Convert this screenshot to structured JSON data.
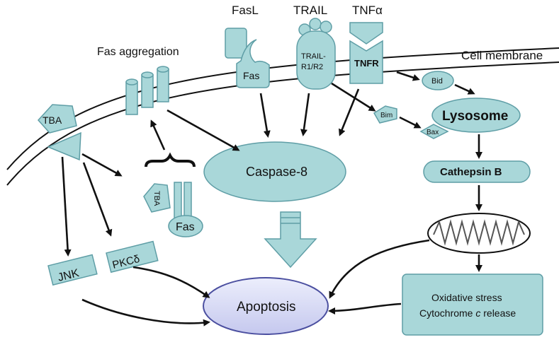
{
  "labels": {
    "fasl": "FasL",
    "trail": "TRAIL",
    "tnfa": "TNFα",
    "fas_aggregation": "Fas aggregation",
    "cell_membrane": "Cell membrane",
    "fas_receptor": "Fas",
    "trail_receptor_line1": "TRAIL-",
    "trail_receptor_line2": "R1/R2",
    "tnfr": "TNFR",
    "bid": "Bid",
    "lysosome": "Lysosome",
    "bim": "Bim",
    "bax": "Bax",
    "tba_membrane": "TBA",
    "caspase8": "Caspase-8",
    "cathepsin_b": "Cathepsin B",
    "tba_complex": "TBA",
    "fas_complex": "Fas",
    "jnk": "JNK",
    "pkc": "PKCδ",
    "apoptosis": "Apoptosis",
    "oxidative_line1": "Oxidative stress",
    "oxidative_line2_main": "Cytochrome ",
    "oxidative_line2_italic": "c",
    "oxidative_line2_end": " release"
  },
  "colors": {
    "shape_fill": "#a9d7d9",
    "shape_stroke": "#5f9ea6",
    "apoptosis_fill": "#d6d7f3",
    "apoptosis_stroke": "#4b4fa0",
    "arrow": "#111111"
  }
}
